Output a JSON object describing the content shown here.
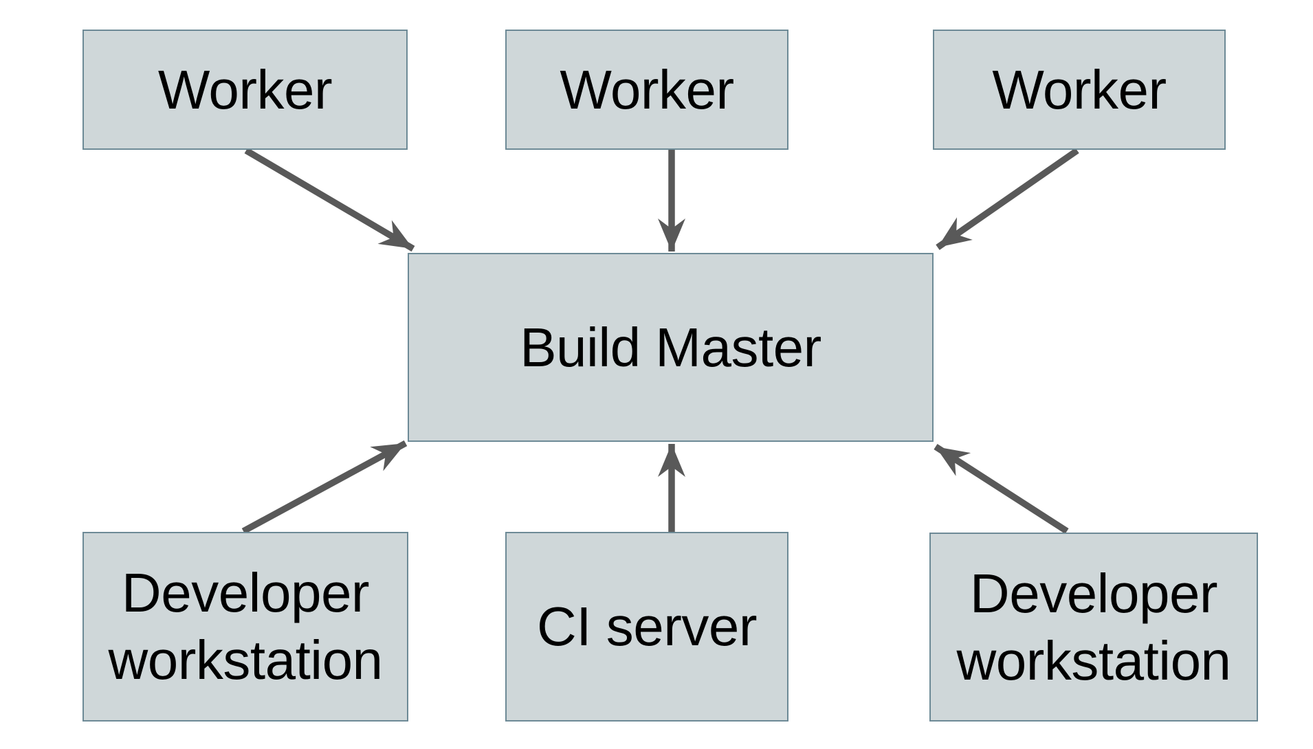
{
  "diagram": {
    "type": "architecture-diagram",
    "colors": {
      "background": "#ffffff",
      "node_fill": "#cfd7d9",
      "node_border": "#6d8a96",
      "arrow": "#595959",
      "text": "#000000"
    },
    "nodes": [
      {
        "id": "worker-1",
        "label": "Worker"
      },
      {
        "id": "worker-2",
        "label": "Worker"
      },
      {
        "id": "worker-3",
        "label": "Worker"
      },
      {
        "id": "build-master",
        "label": "Build Master"
      },
      {
        "id": "dev-workstation-1",
        "label": "Developer workstation"
      },
      {
        "id": "ci-server",
        "label": "CI server"
      },
      {
        "id": "dev-workstation-2",
        "label": "Developer workstation"
      }
    ],
    "edges": [
      {
        "from": "worker-1",
        "to": "build-master",
        "direction": "down-right"
      },
      {
        "from": "worker-2",
        "to": "build-master",
        "direction": "down"
      },
      {
        "from": "worker-3",
        "to": "build-master",
        "direction": "down-left"
      },
      {
        "from": "dev-workstation-1",
        "to": "build-master",
        "direction": "up-right"
      },
      {
        "from": "ci-server",
        "to": "build-master",
        "direction": "up"
      },
      {
        "from": "dev-workstation-2",
        "to": "build-master",
        "direction": "up-left"
      }
    ]
  }
}
